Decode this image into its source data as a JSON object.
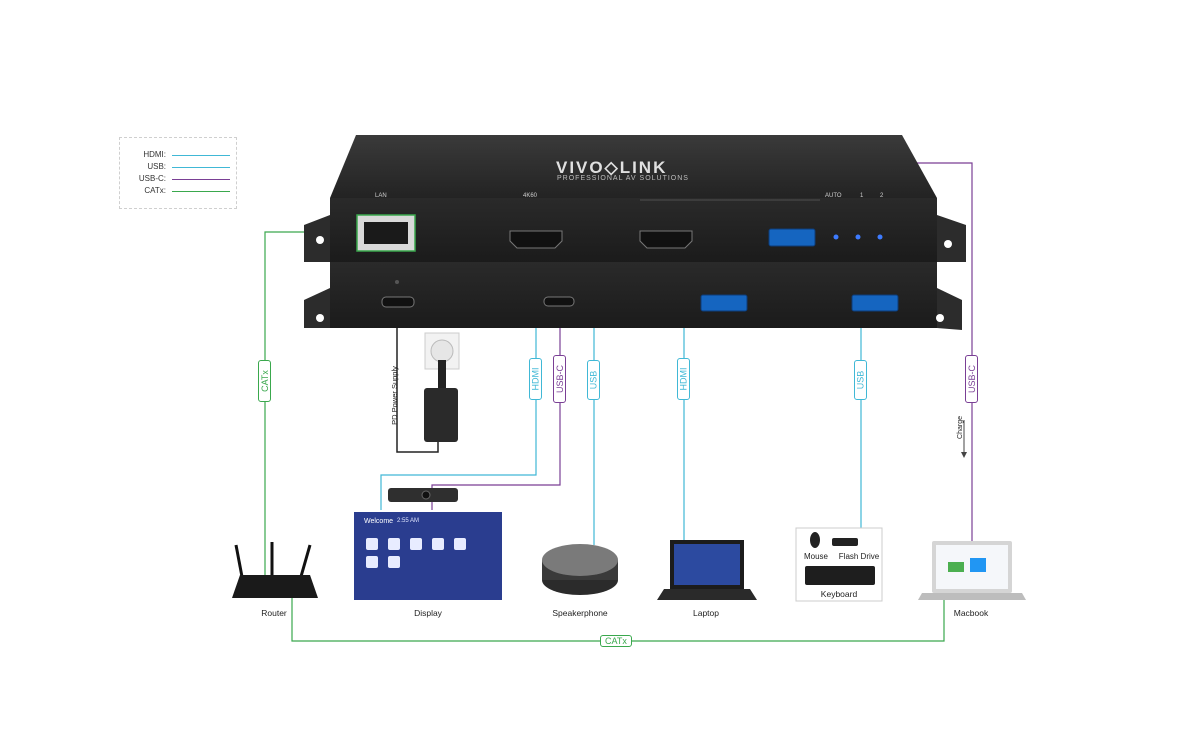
{
  "legend": {
    "hdmi": {
      "label": "HDMI:",
      "color": "#40b8d6"
    },
    "usb": {
      "label": "USB:",
      "color": "#40b8d6"
    },
    "usbc": {
      "label": "USB-C:",
      "color": "#7a3f95"
    },
    "catx": {
      "label": "CATx:",
      "color": "#3aa84d"
    }
  },
  "brand": {
    "name": "VIVO◇LINK",
    "tagline": "PROFESSIONAL AV SOLUTIONS"
  },
  "device_top_labels": {
    "lan": "LAN",
    "in4k60": "4K60",
    "auto": "AUTO",
    "one": "1",
    "two": "2"
  },
  "cable_tags": {
    "catx_vertical": "CATx",
    "pd_power": "PD Power Supply",
    "hdmi_display": "HDMI",
    "usbc_display": "USB-C",
    "usb_speaker": "USB",
    "hdmi_laptop": "HDMI",
    "usb_keyboard": "USB",
    "usbc_macbook": "USB-C",
    "charge": "Charge",
    "catx_bottom": "CATx"
  },
  "devices": {
    "router": "Router",
    "display": "Display",
    "speakerphone": "Speakerphone",
    "laptop": "Laptop",
    "keyboard": "Keyboard",
    "mouse": "Mouse",
    "flash_drive": "Flash Drive",
    "macbook": "Macbook"
  },
  "display_screen": {
    "welcome": "Welcome",
    "time": "2:55 AM"
  }
}
